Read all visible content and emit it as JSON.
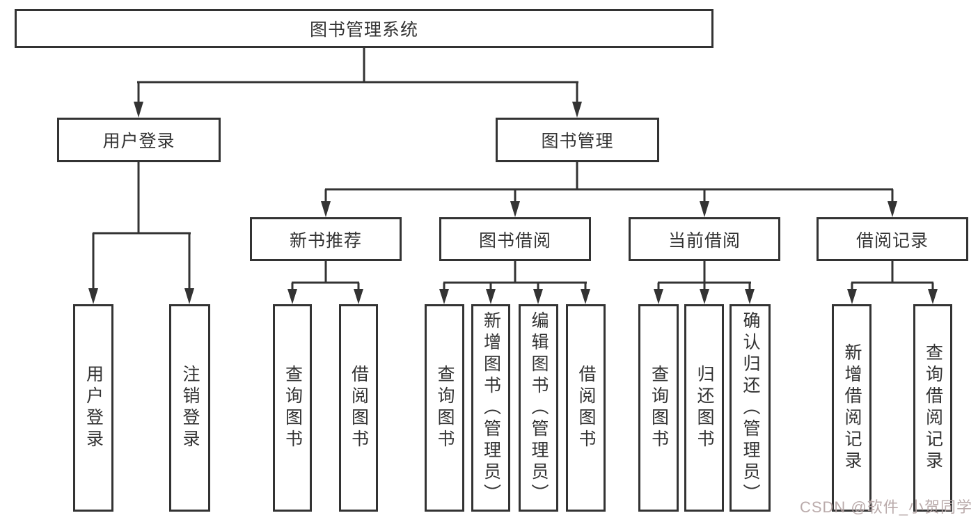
{
  "colors": {
    "line": "#333333",
    "box_border": "#333333",
    "text": "#333333",
    "background": "#ffffff",
    "watermark": "#b5a4a4"
  },
  "tree": {
    "label": "图书管理系统",
    "children": [
      {
        "label": "用户登录",
        "children": [
          {
            "label": "用户登录"
          },
          {
            "label": "注销登录"
          }
        ]
      },
      {
        "label": "图书管理",
        "children": [
          {
            "label": "新书推荐",
            "children": [
              {
                "label": "查询图书"
              },
              {
                "label": "借阅图书"
              }
            ]
          },
          {
            "label": "图书借阅",
            "children": [
              {
                "label": "查询图书"
              },
              {
                "label": "新增图书（管理员）"
              },
              {
                "label": "编辑图书（管理员）"
              },
              {
                "label": "借阅图书"
              }
            ]
          },
          {
            "label": "当前借阅",
            "children": [
              {
                "label": "查询图书"
              },
              {
                "label": "归还图书"
              },
              {
                "label": "确认归还（管理员）"
              }
            ]
          },
          {
            "label": "借阅记录",
            "children": [
              {
                "label": "新增借阅记录"
              },
              {
                "label": "查询借阅记录"
              }
            ]
          }
        ]
      }
    ]
  },
  "watermark": {
    "text": "CSDN @软件_小贺同学"
  }
}
